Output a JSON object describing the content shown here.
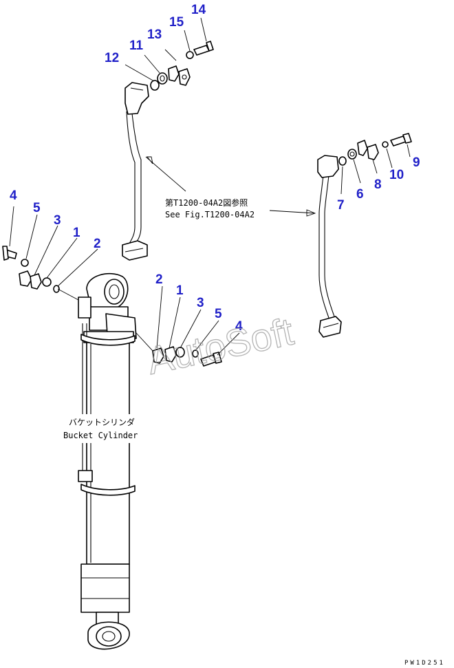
{
  "callouts": {
    "c14": "14",
    "c15": "15",
    "c13": "13",
    "c11": "11",
    "c12": "12",
    "c9": "9",
    "c10": "10",
    "c8": "8",
    "c6": "6",
    "c7": "7",
    "c4_left": "4",
    "c5_left": "5",
    "c3_left": "3",
    "c1_left": "1",
    "c2_left": "2",
    "c2_mid": "2",
    "c1_mid": "1",
    "c3_mid": "3",
    "c5_mid": "5",
    "c4_mid": "4"
  },
  "notes": {
    "ref_jp": "第T1200-04A2図参照",
    "ref_en": "See Fig.T1200-04A2",
    "cyl_jp": "バケットシリンダ",
    "cyl_en": "Bucket Cylinder"
  },
  "watermark": "AutoSoft",
  "drawing_code": "PW1D251",
  "colors": {
    "callout": "#2020c8",
    "line": "#000000",
    "watermark": "#9a9a9a"
  }
}
